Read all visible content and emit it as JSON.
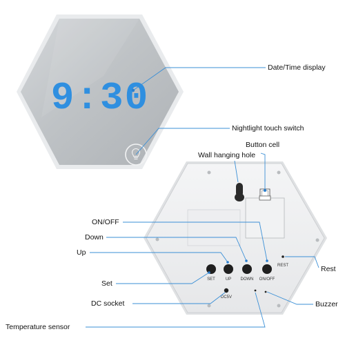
{
  "clock": {
    "time": "9:30",
    "digit_color": "#2f8fe0",
    "nightlight_icon": "lightbulb-icon"
  },
  "callouts": {
    "date_time_display": "Date/Time display",
    "nightlight_touch_switch": "Nightlight touch switch",
    "button_cell": "Button cell",
    "wall_hanging_hole": "Wall hanging hole",
    "on_off": "ON/OFF",
    "down": "Down",
    "up": "Up",
    "set": "Set",
    "dc_socket": "DC socket",
    "temperature_sensor": "Temperature sensor",
    "rest": "Rest",
    "buzzer": "Buzzer"
  },
  "back_labels": {
    "set": "SET",
    "up": "UP",
    "down": "DOWN",
    "on_off": "ON/OFF",
    "rest": "REST",
    "dc": "DC5V"
  },
  "colors": {
    "leader_line": "#3a8fd6",
    "leader_dot": "#2a7fcf"
  }
}
